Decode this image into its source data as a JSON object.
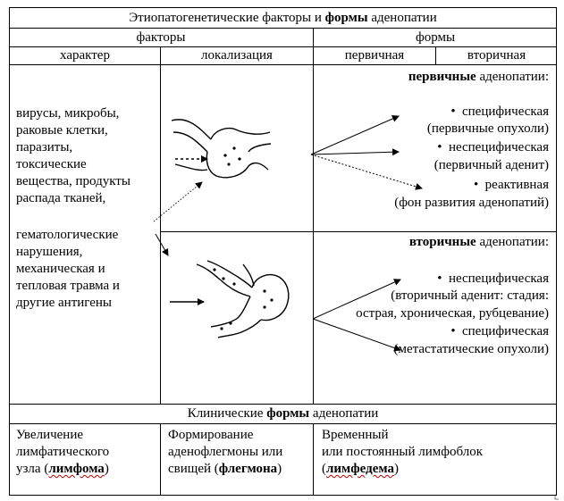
{
  "table": {
    "title": {
      "prefix": "Этиопатогенетические факторы и ",
      "bold": "формы",
      "suffix": " аденопатии"
    },
    "headers": {
      "factors": "факторы",
      "forms": "формы",
      "character": "характер",
      "localization": "локализация",
      "primary": "первичная",
      "secondary": "вторичная"
    },
    "character_lines": [
      "вирусы, микробы,",
      "раковые клетки,",
      "паразиты,",
      "токсические",
      "вещества, продукты",
      "распада тканей,",
      "",
      "гематологические",
      "нарушения,",
      "механическая и",
      "тепловая травма и",
      "другие антигены"
    ],
    "primary_block": {
      "heading_bold": "первичные",
      "heading_rest": " аденопатии:",
      "items": [
        {
          "bullet": "•",
          "name": "специфическая",
          "detail": "(первичные опухоли)"
        },
        {
          "bullet": "•",
          "name": "неспецифическая",
          "detail": "(первичный аденит)"
        },
        {
          "bullet": "•",
          "name": "реактивная",
          "detail": "(фон развития  аденопатий)"
        }
      ]
    },
    "secondary_block": {
      "heading_bold": "вторичные",
      "heading_rest": " аденопатии:",
      "items": [
        {
          "bullet": "•",
          "name": "неспецифическая",
          "detail_line1": "(вторичный аденит: стадия:",
          "detail_line2": "острая, хроническая, рубцевание)"
        },
        {
          "bullet": "•",
          "name": "специфическая",
          "detail_line1": "(метастатические опухоли)"
        }
      ]
    },
    "clinical": {
      "prefix": "Клинические ",
      "bold": "формы",
      "suffix": " аденопатии",
      "col1": {
        "line1": "Увеличение",
        "line2": "лимфатического",
        "line3_prefix": "узла (",
        "line3_bold": "лимфома",
        "line3_suffix": ")"
      },
      "col2": {
        "line1": "Формирование",
        "line2": "аденофлегмоны или",
        "line3_prefix": "свищей (",
        "line3_bold": "флегмона",
        "line3_suffix": ")"
      },
      "col3": {
        "line1": "Временный",
        "line2": "или постоянный лимфоблок",
        "line3_prefix": "(",
        "line3_bold": "лимфедема",
        "line3_suffix": ")"
      }
    }
  }
}
